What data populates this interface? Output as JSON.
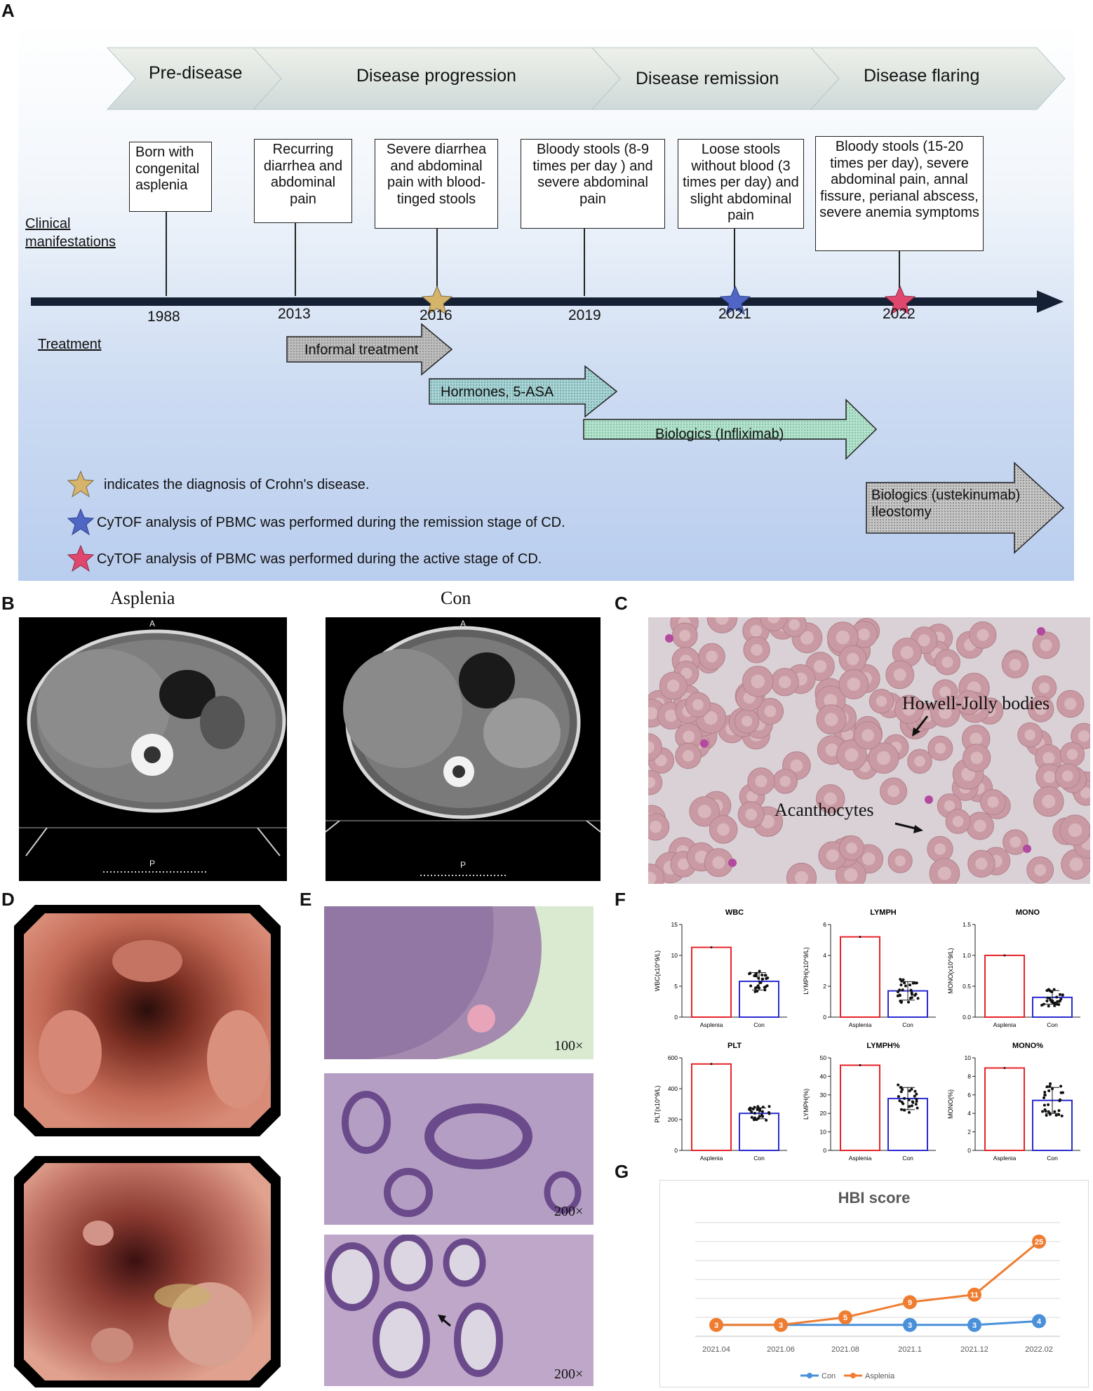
{
  "panel_labels": {
    "a": "A",
    "b": "B",
    "c": "C",
    "d": "D",
    "e": "E",
    "f": "F",
    "g": "G"
  },
  "stages": [
    "Pre-disease",
    "Disease progression",
    "Disease remission",
    "Disease flaring"
  ],
  "side_labels": {
    "clinical": "Clinical manifestations",
    "treatment": "Treatment"
  },
  "events": [
    {
      "year": "1988",
      "text": "Born with congenital asplenia"
    },
    {
      "year": "2013",
      "text": "Recurring diarrhea and abdominal pain"
    },
    {
      "year": "2016",
      "text": "Severe diarrhea and abdominal pain with blood-tinged stools"
    },
    {
      "year": "2019",
      "text": "Bloody stools (8-9 times per day ) and severe abdominal pain"
    },
    {
      "year": "2021",
      "text": "Loose stools without blood (3 times per day) and slight abdominal pain"
    },
    {
      "year": "2022",
      "text": "Bloody stools (15-20 times per day), severe abdominal pain, annal fissure, perianal abscess, severe anemia symptoms"
    }
  ],
  "treatments": [
    "Informal treatment",
    "Hormones, 5-ASA",
    "Biologics (Infliximab)",
    "Biologics (ustekinumab) Ileostomy"
  ],
  "legend": [
    {
      "text": "indicates the diagnosis of Crohn's disease.",
      "color": "#d6b46a"
    },
    {
      "text": "CyTOF analysis of PBMC was performed during the remission stage of CD.",
      "color": "#4f66c4"
    },
    {
      "text": "CyTOF analysis of PBMC was performed during the active stage of CD.",
      "color": "#e0476f"
    }
  ],
  "ct": {
    "left_title": "Asplenia",
    "right_title": "Con",
    "top_marker": "A",
    "bottom_marker": "P"
  },
  "smear": {
    "label1": "Howell-Jolly bodies",
    "label2": "Acanthocytes"
  },
  "histo": {
    "mag1": "100×",
    "mag2": "200×",
    "mag3": "200×"
  },
  "bar_colors": {
    "asplenia": "#e8232a",
    "con": "#2b2bd0"
  },
  "chart_data": [
    {
      "type": "bar",
      "title": "WBC",
      "ylabel": "WBC(x10^9/L)",
      "categories": [
        "Asplenia",
        "Con"
      ],
      "values": [
        11.3,
        5.8
      ],
      "con_sd": 1.4,
      "ylim": [
        0,
        15
      ],
      "ticks": [
        0,
        5,
        10,
        15
      ]
    },
    {
      "type": "bar",
      "title": "LYMPH",
      "ylabel": "LYMPH(x10^9/L)",
      "categories": [
        "Asplenia",
        "Con"
      ],
      "values": [
        5.2,
        1.7
      ],
      "con_sd": 0.6,
      "ylim": [
        0,
        6
      ],
      "ticks": [
        0,
        2,
        4,
        6
      ]
    },
    {
      "type": "bar",
      "title": "MONO",
      "ylabel": "MONO(x10^9/L)",
      "categories": [
        "Asplenia",
        "Con"
      ],
      "values": [
        1.0,
        0.32
      ],
      "con_sd": 0.11,
      "ylim": [
        0,
        1.5
      ],
      "ticks": [
        "0.0",
        "0.5",
        "1.0",
        "1.5"
      ]
    },
    {
      "type": "bar",
      "title": "PLT",
      "ylabel": "PLT(x10^9/L)",
      "categories": [
        "Asplenia",
        "Con"
      ],
      "values": [
        560,
        240
      ],
      "con_sd": 35,
      "ylim": [
        0,
        600
      ],
      "ticks": [
        0,
        200,
        400,
        600
      ]
    },
    {
      "type": "bar",
      "title": "LYMPH%",
      "ylabel": "LYMPH(%)",
      "categories": [
        "Asplenia",
        "Con"
      ],
      "values": [
        46,
        28
      ],
      "con_sd": 6,
      "ylim": [
        0,
        50
      ],
      "ticks": [
        0,
        10,
        20,
        30,
        40,
        50
      ]
    },
    {
      "type": "bar",
      "title": "MONO%",
      "ylabel": "MONO(%)",
      "categories": [
        "Asplenia",
        "Con"
      ],
      "values": [
        8.9,
        5.4
      ],
      "con_sd": 1.4,
      "ylim": [
        0,
        10
      ],
      "ticks": [
        0,
        2,
        4,
        6,
        8,
        10
      ]
    },
    {
      "type": "line",
      "title": "HBI score",
      "categories": [
        "2021.04",
        "2021.06",
        "2021.08",
        "2021.1",
        "2021.12",
        "2022.02"
      ],
      "series": [
        {
          "name": "Con",
          "values": [
            3,
            3,
            3,
            3,
            3,
            4
          ],
          "color": "#4a90d9"
        },
        {
          "name": "Asplenia",
          "values": [
            3,
            3,
            5,
            9,
            11,
            25
          ],
          "color": "#ef7d31"
        }
      ],
      "labels": [
        [
          "3",
          "3",
          "5",
          "9",
          "11",
          "25"
        ],
        [
          "",
          "",
          "",
          "3",
          "3",
          "4"
        ]
      ],
      "ylim": [
        0,
        30
      ]
    }
  ]
}
